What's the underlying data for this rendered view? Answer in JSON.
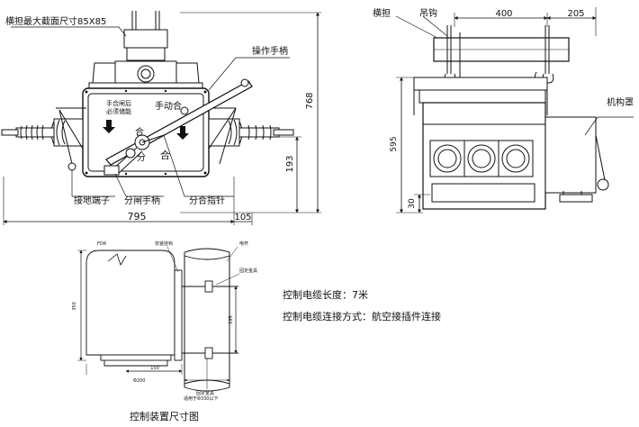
{
  "front_view": {
    "label_crossarm_size": "横担最大截面尺寸85X85",
    "label_operating_handle": "操作手柄",
    "label_manual_close_note_line1": "手合闸后",
    "label_manual_close_note_line2": "必须储能",
    "label_manual_close": "手动合",
    "label_close_char1": "合",
    "label_open_char1": "分",
    "label_close_char2": "合",
    "label_ground_terminal": "接地端子",
    "label_open_handle": "分闸手柄",
    "label_open_close_pointer": "分合指针",
    "dim_width": "795",
    "dim_offset": "105",
    "dim_height": "768",
    "dim_low_height": "193"
  },
  "side_view": {
    "label_crossarm": "横担",
    "label_hook": "吊钩",
    "label_mechanism_cover": "机构罩",
    "dim_hook_spacing": "400",
    "dim_overhang": "205",
    "dim_height": "595",
    "dim_bottom": "30"
  },
  "controller_view": {
    "label_fdr": "FDR",
    "label_mount_bracket": "安装挂钩",
    "label_pole": "电杆",
    "label_fixing_fitting": "固定金具",
    "dim_height": "350",
    "dim_width": "150",
    "dim_bracket": "195",
    "dim_pole_diameter": "Φ200",
    "label_fixing_bottom": "固定金具",
    "label_fixing_note": "适用于Φ330以下",
    "caption": "控制装置尺寸图"
  },
  "notes": {
    "cable_length": "控制电缆长度：7米",
    "cable_connection": "控制电缆连接方式：航空接插件连接"
  }
}
